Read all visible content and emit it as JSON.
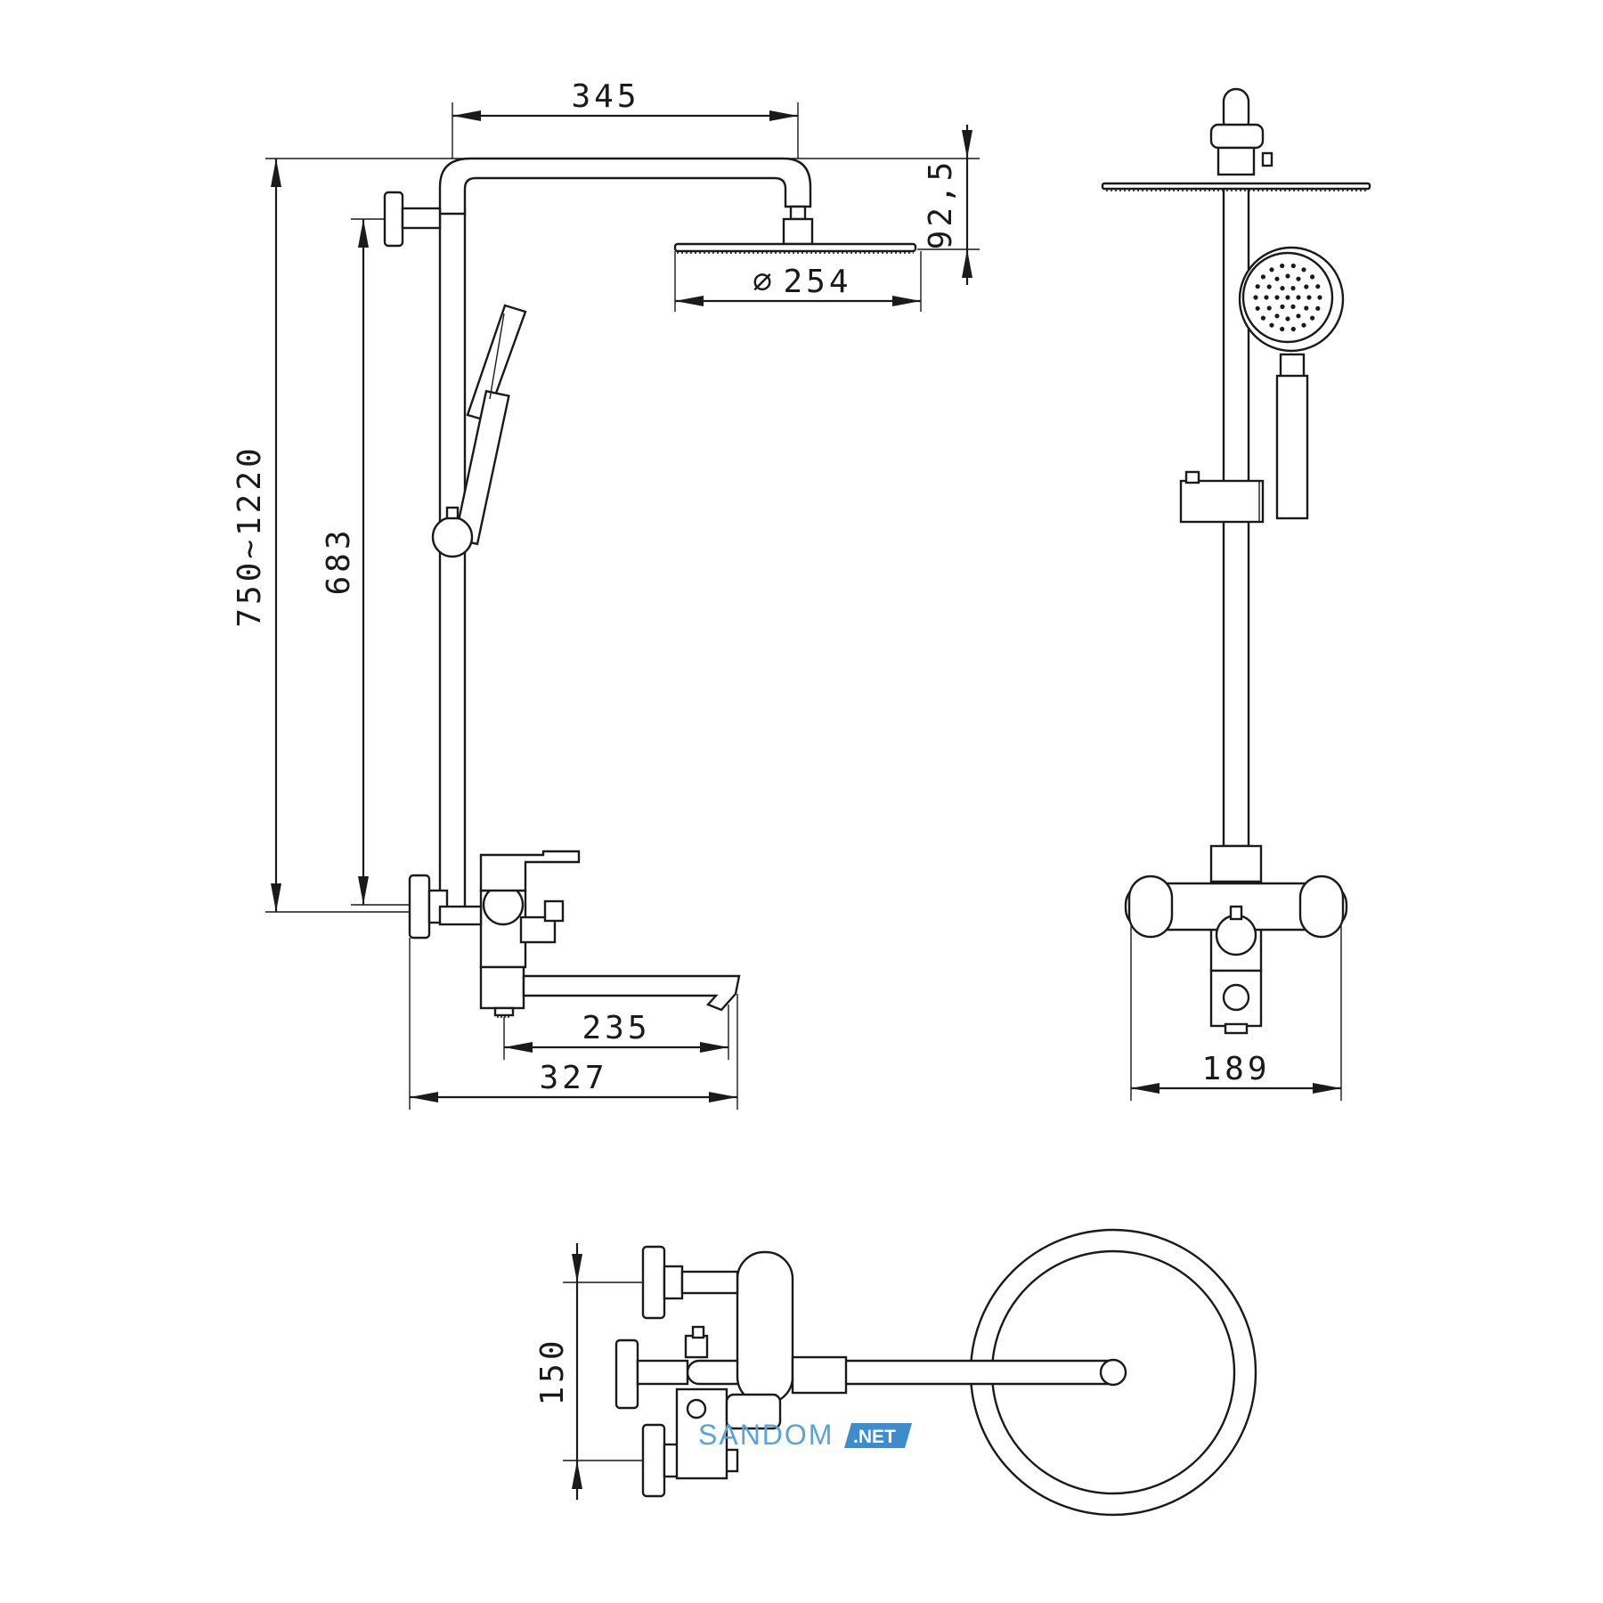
{
  "dimensions": {
    "arm_length": "345",
    "head_drop": "92,5",
    "head_diameter": "254",
    "total_height": "750~1220",
    "mixer_to_bracket": "683",
    "spout_reach": "235",
    "overall_depth": "327",
    "front_width": "189",
    "plan_spacing": "150",
    "diameter_symbol": "⌀"
  },
  "watermark": {
    "brand": "SANDOM",
    "suffix": ".NET",
    "brand_color": "#5aa4d6",
    "badge_color": "#3d8ccc"
  },
  "colors": {
    "line": "#1a1a1a",
    "background": "#ffffff"
  }
}
